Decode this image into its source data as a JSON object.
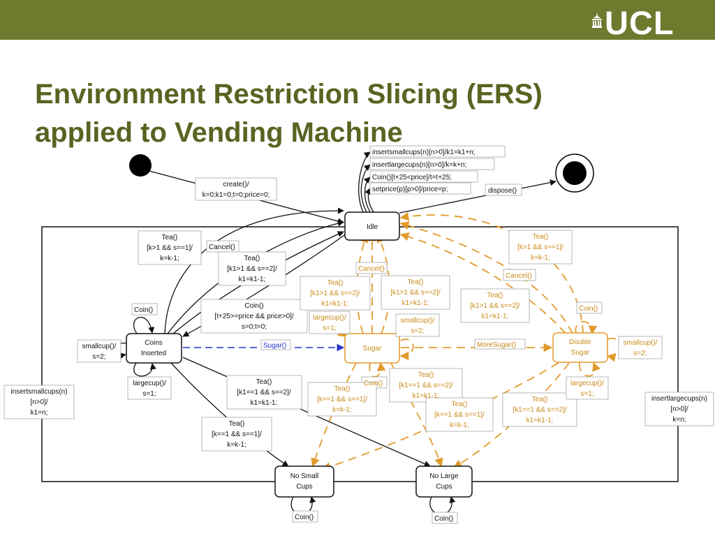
{
  "header": {
    "logo_text": "UCL",
    "banner_color": "#6e7a2e",
    "title_line1": "Environment Restriction Slicing (ERS)",
    "title_line2": "applied to Vending Machine"
  },
  "colors": {
    "title": "#5b6322",
    "black": "#111111",
    "orange": "#e29a2c",
    "blue": "#2233cc"
  },
  "states": {
    "idle": "Idle",
    "coins_inserted": [
      "Coins",
      "Inserted"
    ],
    "sugar": "Sugar",
    "double_sugar": [
      "Double",
      "Sugar"
    ],
    "no_small_cups": [
      "No Small",
      "Cups"
    ],
    "no_large_cups": [
      "No Large",
      "Cups"
    ]
  },
  "labels": {
    "insertsmallcups_self": "insertsmallcups(n)[n>0]/k1=k1+n;",
    "insertlargecups_self": "insertlargecups(n)[n>0]/k=k+n;",
    "coin_idle_self": "Coin()[t+25<price]/t=t+25;",
    "setprice_self": "setprice(p)[p>0]/price=p;",
    "dispose": "dispose()",
    "create": [
      "create()/",
      "k=0;k1=0;t=0;price=0;"
    ],
    "tea_k_ci": [
      "Tea()",
      "[k>1 && s==1]/",
      "k=k-1;"
    ],
    "cancel_ci": "Cancel()",
    "tea_k1_ci": [
      "Tea()",
      "[k1>1 && s==2]/",
      "k1=k1-1;"
    ],
    "coin_ci_idle": [
      "Coin()",
      "[t+25>=price && price>0]/",
      "s=0;t=0;"
    ],
    "coin_ci_self": "Coin()",
    "smallcup_ci": [
      "smallcup()/",
      "s=2;"
    ],
    "largecup_ci": [
      "largecup()/",
      "s=1;"
    ],
    "sugar_edge": "Sugar()",
    "tea_k1_ci_nlc": [
      "Tea()",
      "[k1==1 && s==2]/",
      "k1=k1-1;"
    ],
    "tea_k_ci_nsc": [
      "Tea()",
      "[k==1 && s==1]/",
      "k=k-1;"
    ],
    "insertsmallcups_nlc": [
      "insertsmallcups(n)",
      "[n>0]/",
      "k1=n;"
    ],
    "insertlargecups_nsc": [
      "insertlargecups(n)",
      "[n>0]/",
      "k=n;"
    ],
    "cancel_sugar": "Cancel()",
    "tea_k1_sugar_idle": [
      "Tea()",
      "[k1>1 && s==2]/",
      "k1=k1-1;"
    ],
    "tea_k1_sugar_idle_b": [
      "Tea()",
      "[k1>1 && s==2]/",
      "k1=k1-1;"
    ],
    "largecup_sugar": [
      "largecup()/",
      "s=1;"
    ],
    "smallcup_sugar": [
      "smallcup()/",
      "s=2;"
    ],
    "tea_k1_ds_idle": [
      "Tea()",
      "[k1>1 && s==2]/",
      "k1=k1-1;"
    ],
    "tea_k_ds_idle": [
      "Tea()",
      "[k>1 && s==1]/",
      "k=k-1;"
    ],
    "cancel_ds": "Cancel()",
    "coin_ds": "Coin()",
    "smallcup_ds": [
      "smallcup()/",
      "s=2;"
    ],
    "moresugar": "MoreSugar()",
    "coin_sugar": "Coin()",
    "tea_k_sugar_nsc": [
      "Tea()",
      "[k==1 && s==1]/",
      "k=k-1;"
    ],
    "tea_k1_sugar_nlc": [
      "Tea()",
      "[k1==1 && s==2]/",
      "k1=k1-1;"
    ],
    "tea_k_ds_nsc": [
      "Tea()",
      "[k==1 && s==1]/",
      "k=k-1;"
    ],
    "tea_k1_ds_nlc": [
      "Tea()",
      "[k1==1 && s==2]/",
      "k1=k1-1;"
    ],
    "largecup_ds": [
      "largecup()/",
      "s=1;"
    ],
    "coin_nsc": "Coin()",
    "coin_nlc": "Coin()"
  }
}
